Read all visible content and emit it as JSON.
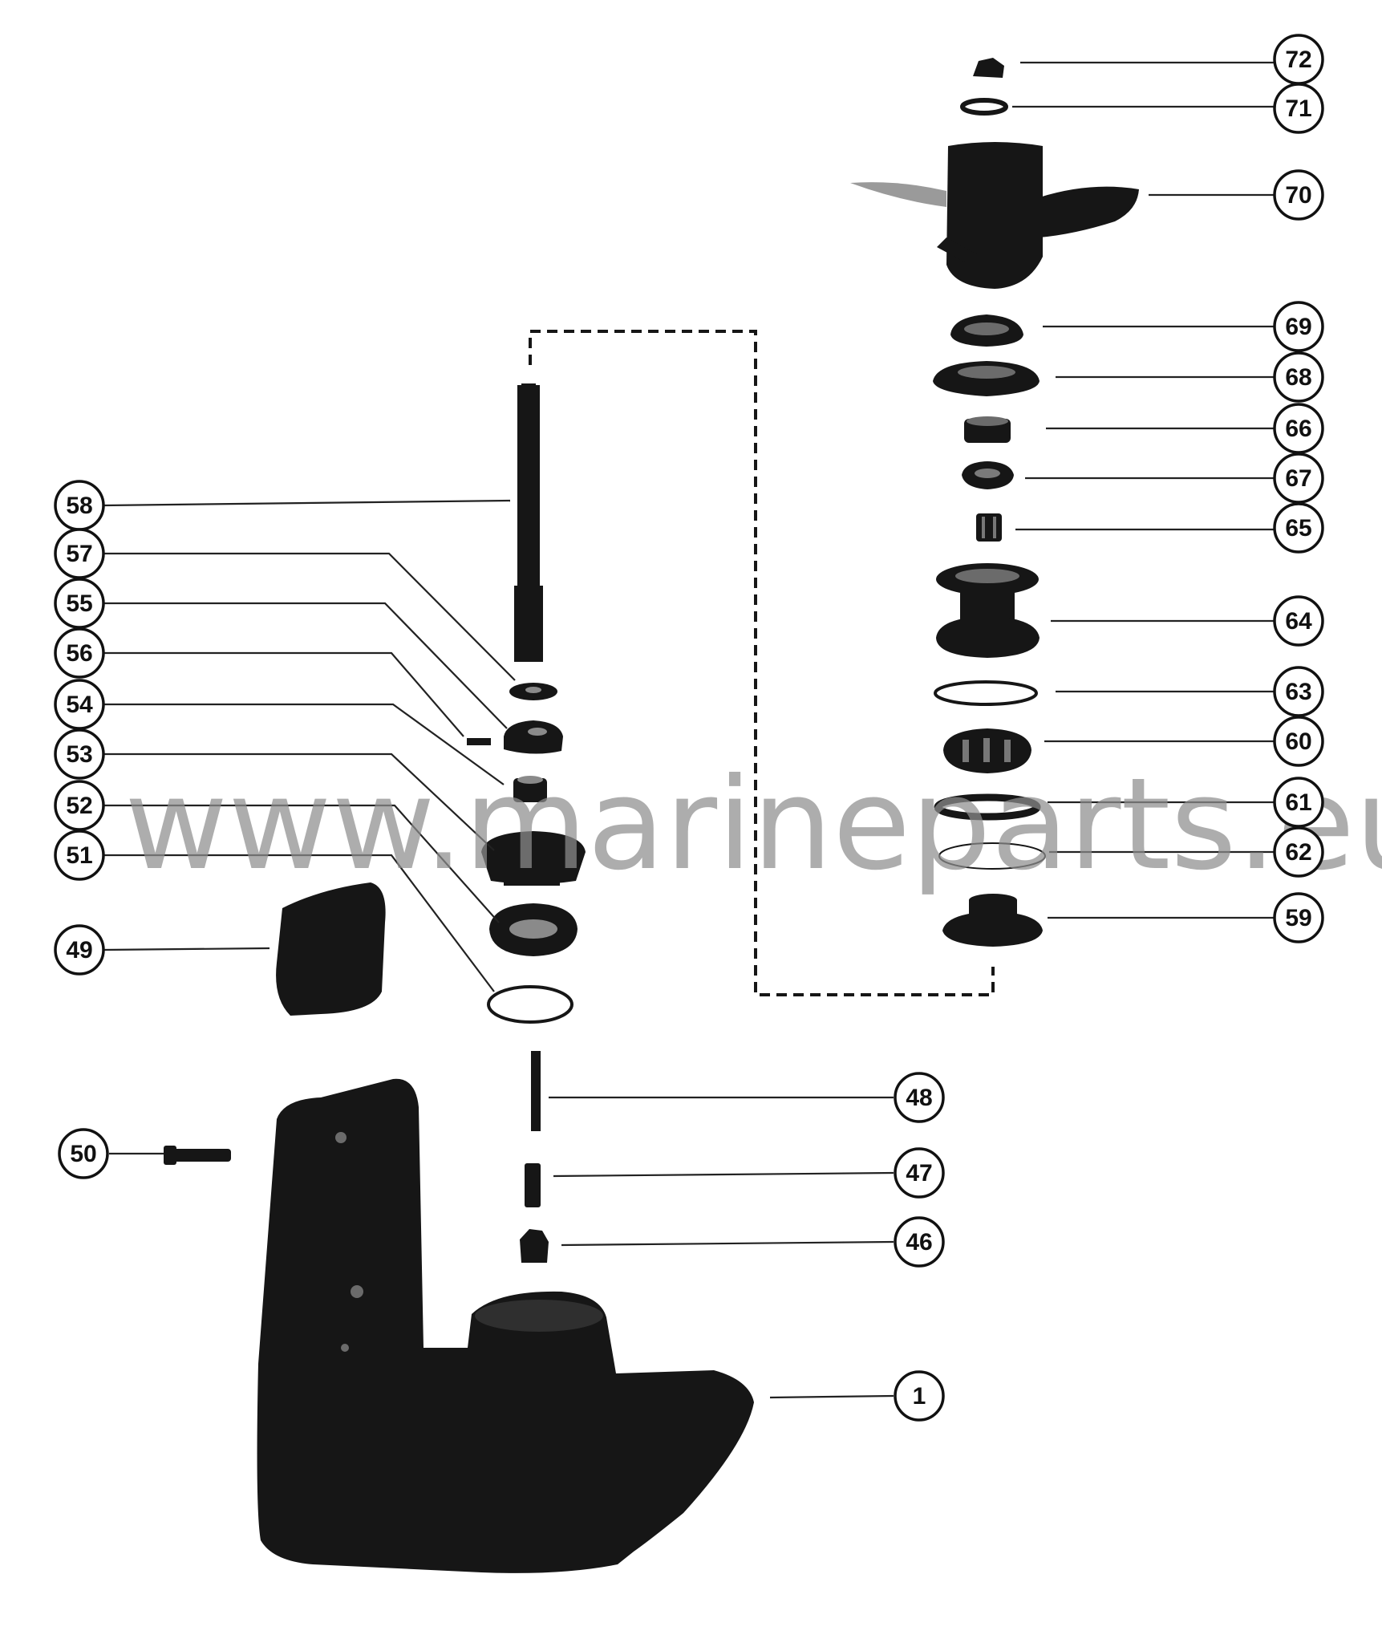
{
  "watermark": "www.marineparts.eu",
  "colors": {
    "ink": "#161616",
    "watermark": "#8d8d8d",
    "background": "#ffffff"
  },
  "callouts": {
    "c72": "72",
    "c71": "71",
    "c70": "70",
    "c69": "69",
    "c68": "68",
    "c66": "66",
    "c67": "67",
    "c65": "65",
    "c64": "64",
    "c63": "63",
    "c60": "60",
    "c61": "61",
    "c62": "62",
    "c59": "59",
    "c58": "58",
    "c57": "57",
    "c55": "55",
    "c56": "56",
    "c54": "54",
    "c53": "53",
    "c52": "52",
    "c51": "51",
    "c49": "49",
    "c50": "50",
    "c48": "48",
    "c47": "47",
    "c46": "46",
    "c1": "1"
  }
}
